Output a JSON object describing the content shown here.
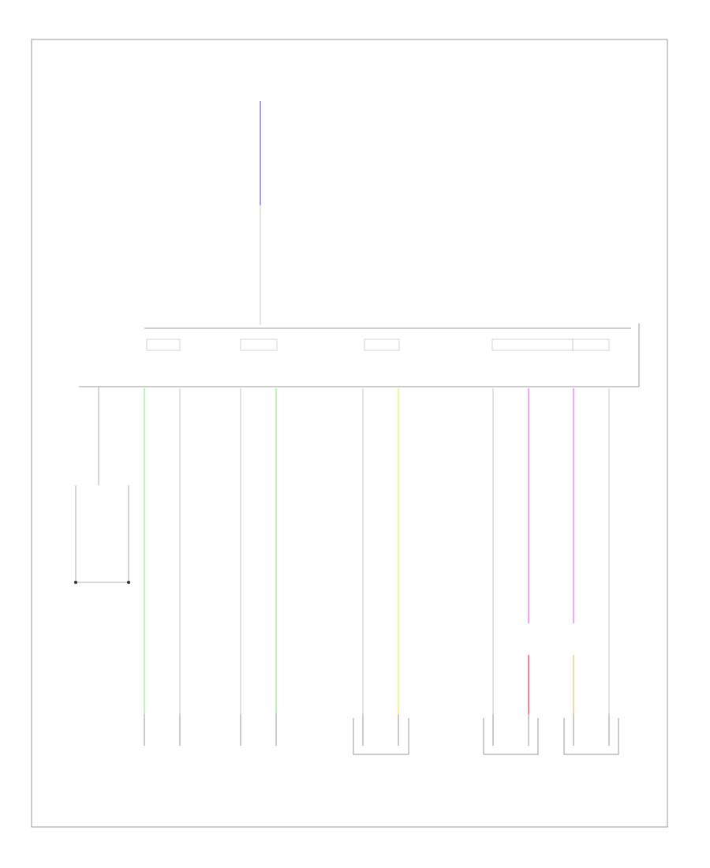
{
  "diagram": {
    "footer_code": "",
    "colors": {
      "frame": "#999999",
      "wire": "#c8c8c8",
      "wire_dark": "#999999",
      "lavender": "#a0a0f0",
      "green": "#a6f0a6",
      "yellow": "#f0f07a",
      "magenta": "#f08cf0",
      "red": "#f05a78",
      "tan": "#e6d28c"
    },
    "top_feed": {
      "header_lines": [
        "",
        ""
      ],
      "fuse_lines": [
        "",
        "",
        "",
        ""
      ],
      "labels": [
        "",
        "",
        "",
        "",
        "",
        "",
        ""
      ]
    },
    "module": {
      "name_lines": [
        "",
        "",
        "",
        ""
      ],
      "column_labels": [
        "",
        "",
        "",
        "",
        ""
      ]
    },
    "ground": {
      "labels": [
        "",
        ""
      ]
    },
    "motors": [
      {
        "id": "m1",
        "name_lines": [
          "",
          "",
          ""
        ]
      },
      {
        "id": "m2",
        "name_lines": [
          "",
          "",
          ""
        ]
      },
      {
        "id": "m3",
        "name_lines": [
          "",
          "",
          ""
        ]
      },
      {
        "id": "m4",
        "name_lines": [
          "",
          "",
          "",
          ""
        ]
      },
      {
        "id": "m5",
        "name_lines": [
          "",
          "",
          "",
          ""
        ]
      }
    ]
  }
}
